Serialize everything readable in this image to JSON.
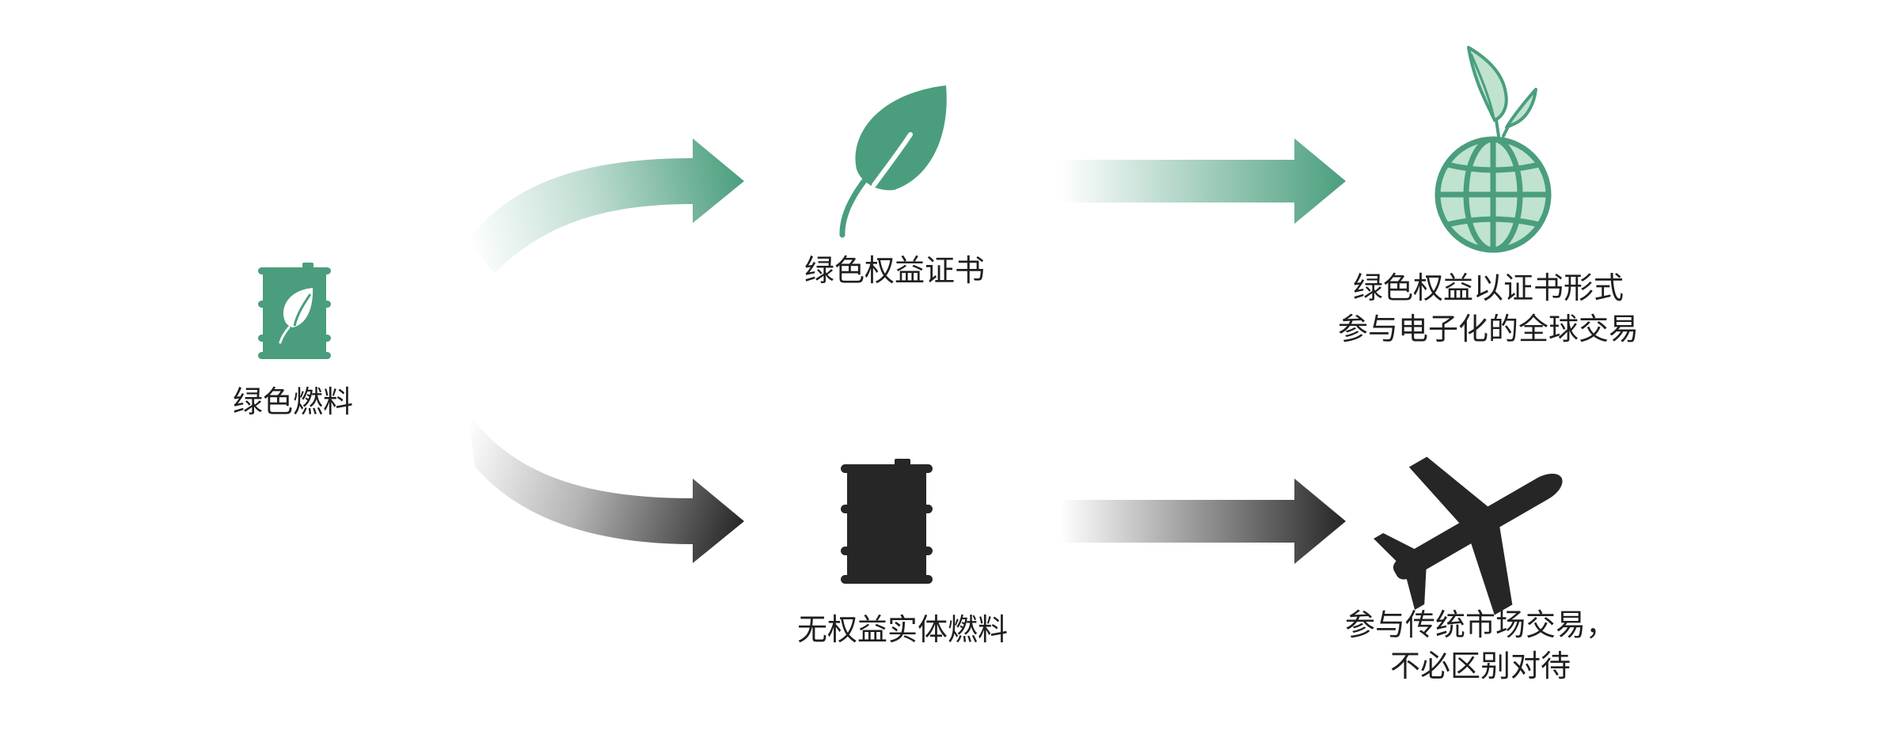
{
  "colors": {
    "green": "#4a9e7d",
    "green_light": "#bfe3cf",
    "dark": "#262626",
    "text": "#1f1f1f"
  },
  "nodes": {
    "green_fuel": {
      "icon": "green-fuel-barrel-icon",
      "label": "绿色燃料"
    },
    "green_certificate": {
      "icon": "leaf-icon",
      "label": "绿色权益证书"
    },
    "global_trade": {
      "icon": "globe-with-sprout-icon",
      "lines": [
        "绿色权益以证书形式",
        "参与电子化的全球交易"
      ]
    },
    "physical_fuel": {
      "icon": "black-barrel-icon",
      "label": "无权益实体燃料"
    },
    "traditional_trade": {
      "icon": "airplane-icon",
      "lines": [
        "参与传统市场交易，",
        "不必区别对待"
      ]
    }
  }
}
